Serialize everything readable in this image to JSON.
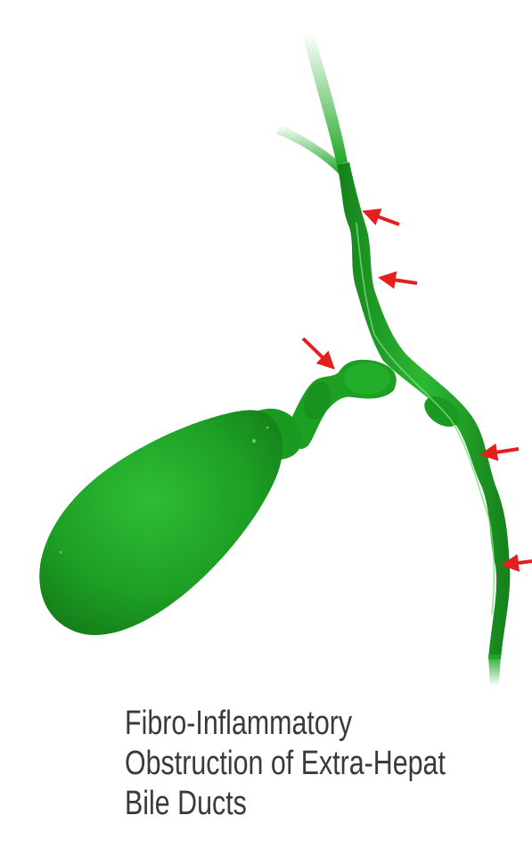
{
  "caption": {
    "line1": "Fibro-Inflammatory",
    "line2": "Obstruction of Extra-Hepat",
    "line3": "Bile Ducts"
  },
  "colors": {
    "duct_green": "#1fa827",
    "duct_dark": "#15801b",
    "duct_light": "#3fc847",
    "arrow_red": "#e51e1e",
    "background": "#ffffff",
    "caption_text": "#3a3a3a"
  },
  "icons": {
    "arrows": "red-arrow-icon"
  }
}
